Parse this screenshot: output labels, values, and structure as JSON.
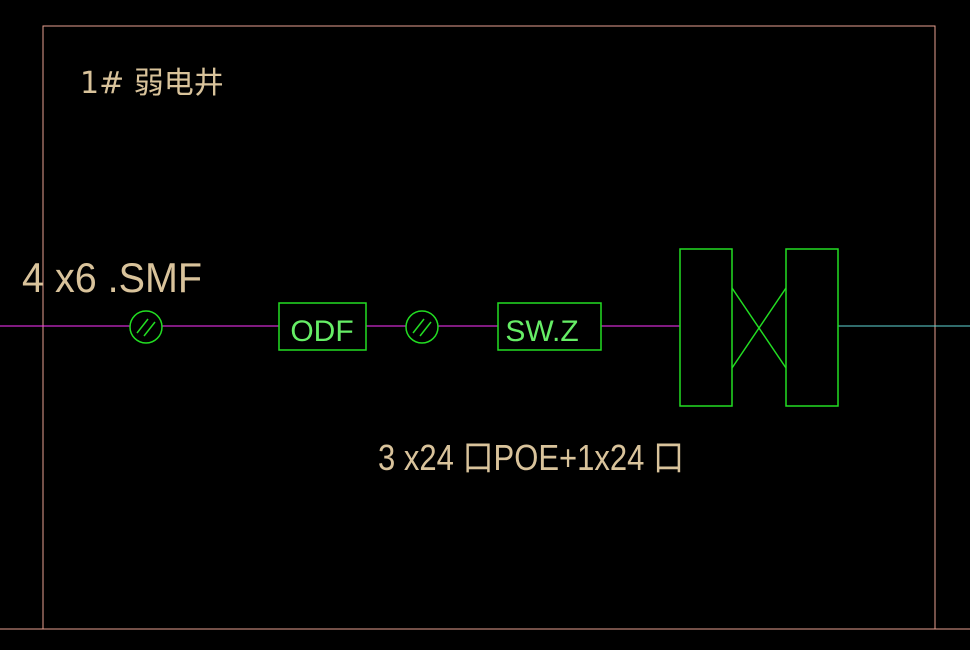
{
  "colors": {
    "background": "#000000",
    "frame": "#e8a08f",
    "trunk_line": "#ff33ff",
    "equipment": "#22dd22",
    "label_text": "#d9c39b",
    "box_text": "#66ee66",
    "right_line": "#5fd6d6"
  },
  "diagram": {
    "room_label": "1# 弱电井",
    "cable_label": "4 x6 .SMF",
    "odf_label": "ODF",
    "switch_label": "SW.Z",
    "switch_spec_label": "3 x24 口POE+1x24 口",
    "connector_icon": "fiber-connector-icon",
    "patch_panel_icon": "patch-panel-cross-icon"
  }
}
